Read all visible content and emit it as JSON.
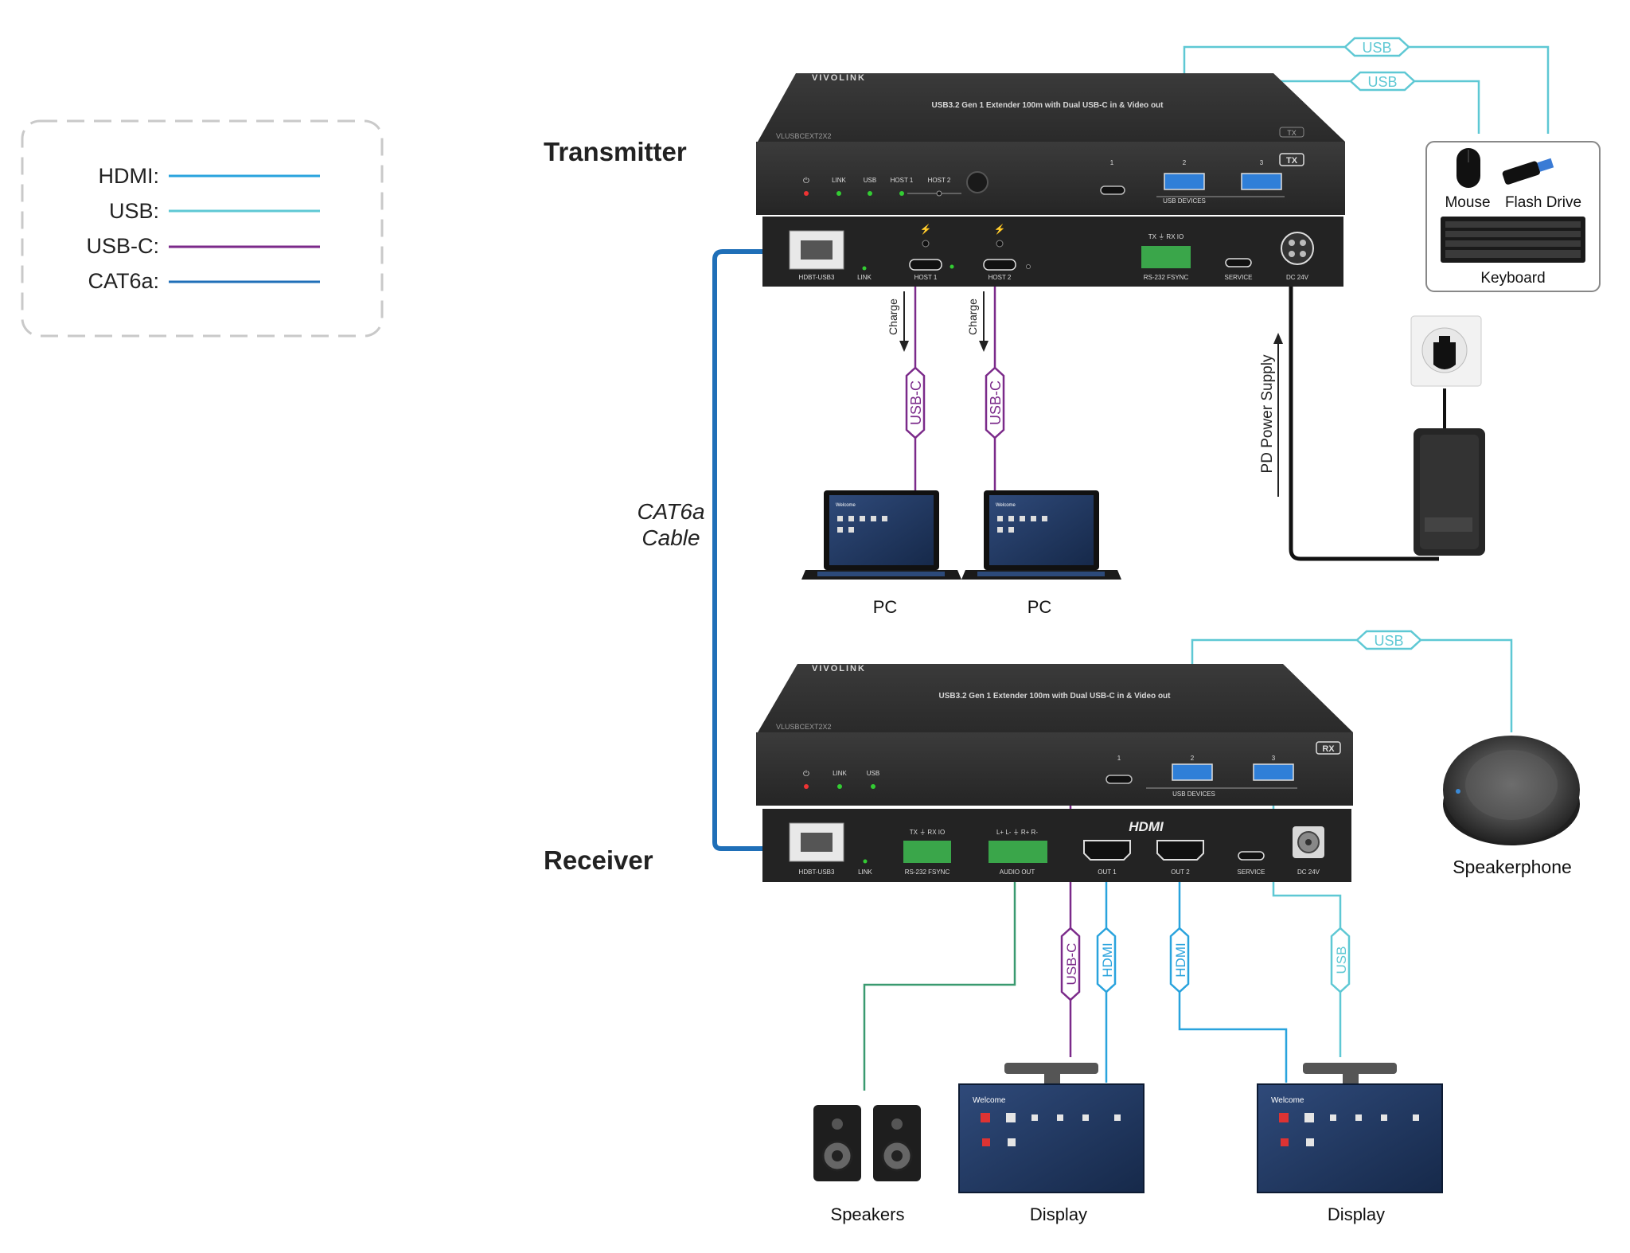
{
  "legend": {
    "items": [
      {
        "label": "HDMI:",
        "color": "#29a3dd"
      },
      {
        "label": "USB:",
        "color": "#5ec8d4"
      },
      {
        "label": "USB-C:",
        "color": "#7b2a8a"
      },
      {
        "label": "CAT6a:",
        "color": "#1f6fb8"
      }
    ]
  },
  "colors": {
    "hdmi": "#29a3dd",
    "usb": "#5ec8d4",
    "usbc": "#7b2a8a",
    "cat6a": "#1f6fb8",
    "audio": "#3a9a70",
    "power": "#111111"
  },
  "transmitter": {
    "title": "Transmitter",
    "brand": "VIVOLINK",
    "description": "USB3.2 Gen 1 Extender 100m with Dual USB-C in & Video out",
    "model": "VLUSBCEXT2X2",
    "badge": "TX",
    "front_labels": {
      "power": "⏻",
      "link": "LINK",
      "usb": "USB",
      "host1": "HOST 1",
      "host2": "HOST 2",
      "usb_devices": "USB DEVICES",
      "p1": "1",
      "p2": "2",
      "p3": "3"
    },
    "rear_labels": {
      "hdbt": "HDBT-USB3",
      "link": "LINK",
      "host1": "HOST 1",
      "host2": "HOST 2",
      "rs232": "RS-232 FSYNC",
      "rs232_top": "TX ⏚ RX IO",
      "service": "SERVICE",
      "dc": "DC 24V"
    }
  },
  "receiver": {
    "title": "Receiver",
    "brand": "VIVOLINK",
    "description": "USB3.2 Gen 1 Extender 100m with Dual USB-C in & Video out",
    "model": "VLUSBCEXT2X2",
    "badge": "RX",
    "front_labels": {
      "power": "⏻",
      "link": "LINK",
      "usb": "USB",
      "usb_devices": "USB DEVICES",
      "p1": "1",
      "p2": "2",
      "p3": "3"
    },
    "rear_labels": {
      "hdbt": "HDBT-USB3",
      "link": "LINK",
      "rs232": "RS-232 FSYNC",
      "rs232_top": "TX ⏚ RX IO",
      "audio": "AUDIO OUT",
      "audio_top": "L+ L- ⏚ R+ R-",
      "hdmi_logo": "HDMI",
      "out1": "OUT 1",
      "out2": "OUT 2",
      "service": "SERVICE",
      "dc": "DC 24V"
    }
  },
  "cable_labels": {
    "usb": "USB",
    "usbc": "USB-C",
    "hdmi": "HDMI",
    "charge": "Charge",
    "pd_power": "PD Power Supply",
    "cat6a_line1": "CAT6a",
    "cat6a_line2": "Cable"
  },
  "devices": {
    "mouse": "Mouse",
    "flash_drive": "Flash Drive",
    "keyboard": "Keyboard",
    "pc1": "PC",
    "pc2": "PC",
    "speakerphone": "Speakerphone",
    "speakers": "Speakers",
    "display1": "Display",
    "display2": "Display"
  },
  "screen_ui": {
    "welcome": "Welcome"
  }
}
